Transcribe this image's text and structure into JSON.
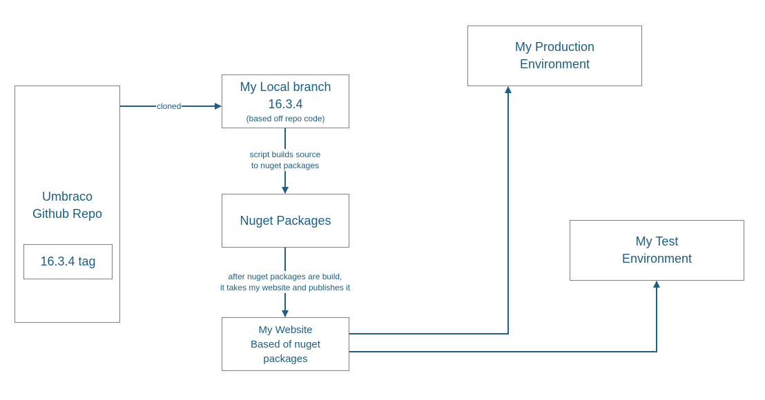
{
  "colors": {
    "text": "#1f5e7e",
    "connector": "#1f5e7e",
    "box_border": "#7f7f7f",
    "background": "#ffffff"
  },
  "nodes": {
    "repo": {
      "lines": [
        "Umbraco",
        "Github Repo"
      ],
      "tag": "16.3.4 tag"
    },
    "local_branch": {
      "lines": [
        "My Local branch",
        "16.3.4"
      ],
      "note": "(based off repo code)"
    },
    "nuget_packages": {
      "lines": [
        "Nuget Packages"
      ]
    },
    "website": {
      "lines": [
        "My Website",
        "Based of nuget",
        "packages"
      ]
    },
    "production": {
      "lines": [
        "My Production",
        "Environment"
      ]
    },
    "test": {
      "lines": [
        "My Test",
        "Environment"
      ]
    }
  },
  "edges": {
    "repo_to_local": {
      "label": "cloned"
    },
    "local_to_nuget": {
      "label_lines": [
        "script builds source",
        "to nuget packages"
      ]
    },
    "nuget_to_website": {
      "label_lines": [
        "after nuget packages are build,",
        "it takes my website and publishes it"
      ]
    },
    "website_to_production": {
      "label": ""
    },
    "website_to_test": {
      "label": ""
    }
  }
}
